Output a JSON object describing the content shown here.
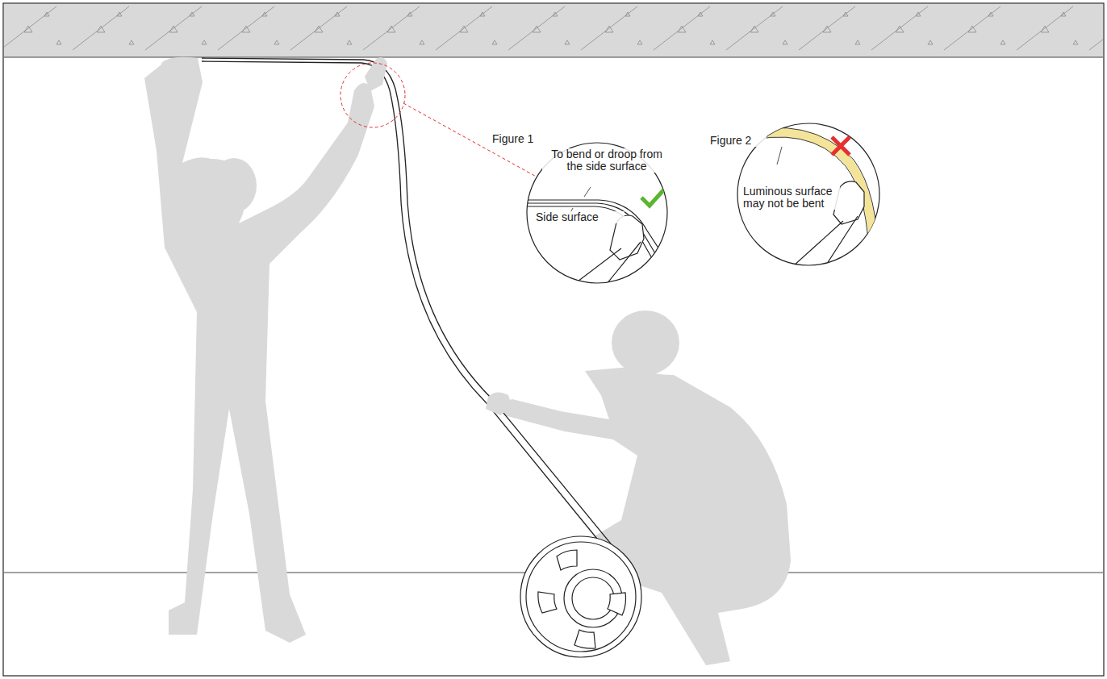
{
  "diagram": {
    "nodes": [
      {
        "text": [
          "Figure 1",
          "To bend or droop from the side surface",
          "Side surface"
        ]
      },
      {
        "text": [
          "Figure 2",
          "Luminous surface may not be bent"
        ]
      }
    ]
  }
}
